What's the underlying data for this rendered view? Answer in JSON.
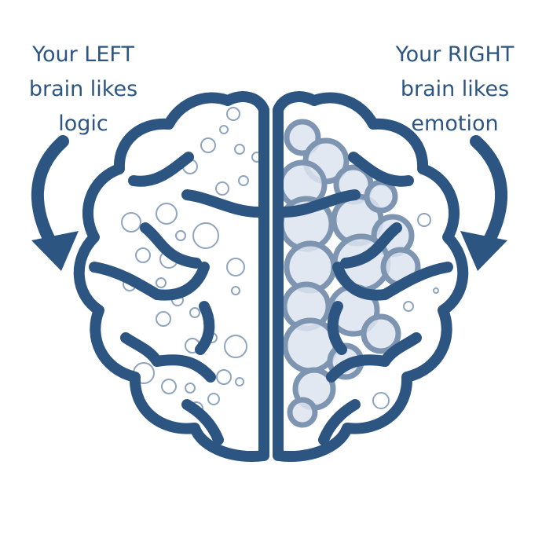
{
  "left_caption": {
    "line1": "Your LEFT",
    "line2": "brain likes",
    "line3": "logic"
  },
  "right_caption": {
    "line1": "Your RIGHT",
    "line2": "brain likes",
    "line3": "emotion"
  },
  "colors": {
    "brain_stroke": "#2d5581",
    "cloud_fill": "#dde4ee",
    "cloud_stroke": "#7e95b2",
    "text": "#2d5581"
  }
}
